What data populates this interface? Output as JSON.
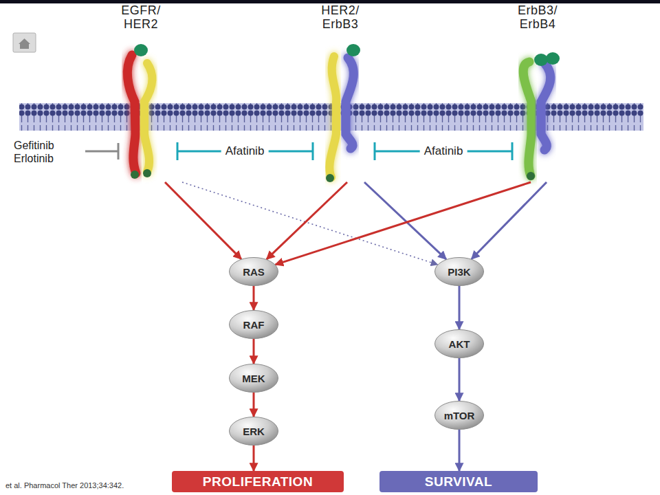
{
  "diagram": {
    "nodes": [
      {
        "text": [
          "EGFR/ HER2"
        ]
      },
      {
        "text": [
          "HER2/ ErbB3"
        ]
      },
      {
        "text": [
          "ErbB3/ ErbB4"
        ]
      },
      {
        "text": [
          "RAS"
        ]
      },
      {
        "text": [
          "RAF"
        ]
      },
      {
        "text": [
          "MEK"
        ]
      },
      {
        "text": [
          "ERK"
        ]
      },
      {
        "text": [
          "PROLIFERATION"
        ]
      },
      {
        "text": [
          "PI3K"
        ]
      },
      {
        "text": [
          "AKT"
        ]
      },
      {
        "text": [
          "mTOR"
        ]
      },
      {
        "text": [
          "SURVIVAL"
        ]
      }
    ],
    "edges": [
      {
        "from": 0,
        "to": 3,
        "arrow": "to"
      },
      {
        "from": 0,
        "to": 8,
        "arrow": "to"
      },
      {
        "from": 1,
        "to": 3,
        "arrow": "to"
      },
      {
        "from": 1,
        "to": 8,
        "arrow": "to"
      },
      {
        "from": 2,
        "to": 3,
        "arrow": "to"
      },
      {
        "from": 2,
        "to": 8,
        "arrow": "to"
      },
      {
        "from": 3,
        "to": 4,
        "arrow": "to"
      },
      {
        "from": 4,
        "to": 5,
        "arrow": "to"
      },
      {
        "from": 5,
        "to": 6,
        "arrow": "to"
      },
      {
        "from": 6,
        "to": 7,
        "arrow": "to"
      },
      {
        "from": 8,
        "to": 9,
        "arrow": "to"
      },
      {
        "from": 9,
        "to": 10,
        "arrow": "to"
      },
      {
        "from": 10,
        "to": 11,
        "arrow": "to"
      }
    ],
    "labels": [
      "Gefitinib Erlotinib",
      "Afatinib",
      "Afatinib",
      "et al. Pharmacol Ther 2013;34:342."
    ]
  }
}
